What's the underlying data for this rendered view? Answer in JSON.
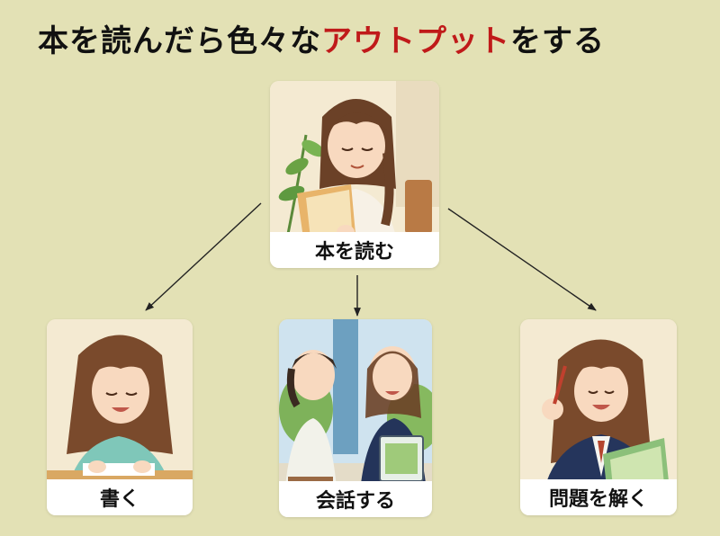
{
  "title": {
    "part1": "本を読んだら色々な",
    "accent": "アウトプット",
    "part2": "をする"
  },
  "nodes": {
    "read": "本を読む",
    "write": "書く",
    "talk": "会話する",
    "solve": "問題を解く"
  },
  "colors": {
    "background": "#e3e1b5",
    "accent": "#c01a1a"
  }
}
